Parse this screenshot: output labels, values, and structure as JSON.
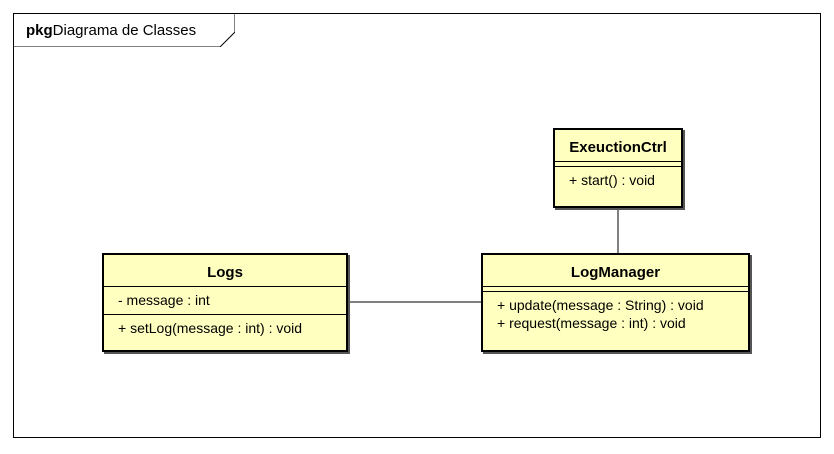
{
  "package": {
    "keyword": "pkg",
    "name": "Diagrama de Classes"
  },
  "classes": {
    "exec": {
      "name": "ExeuctionCtrl",
      "attributes": [],
      "operations": [
        "+ start() : void"
      ]
    },
    "logs": {
      "name": "Logs",
      "attributes": [
        "- message : int"
      ],
      "operations": [
        "+ setLog(message : int) : void"
      ]
    },
    "mgr": {
      "name": "LogManager",
      "attributes": [],
      "operations": [
        "+ update(message : String) : void",
        "+ request(message : int) : void"
      ]
    }
  },
  "associations": [
    {
      "from": "logs",
      "to": "mgr"
    },
    {
      "from": "exec",
      "to": "mgr"
    }
  ],
  "colors": {
    "class_fill": "#ffffc0",
    "stroke": "#000000"
  }
}
